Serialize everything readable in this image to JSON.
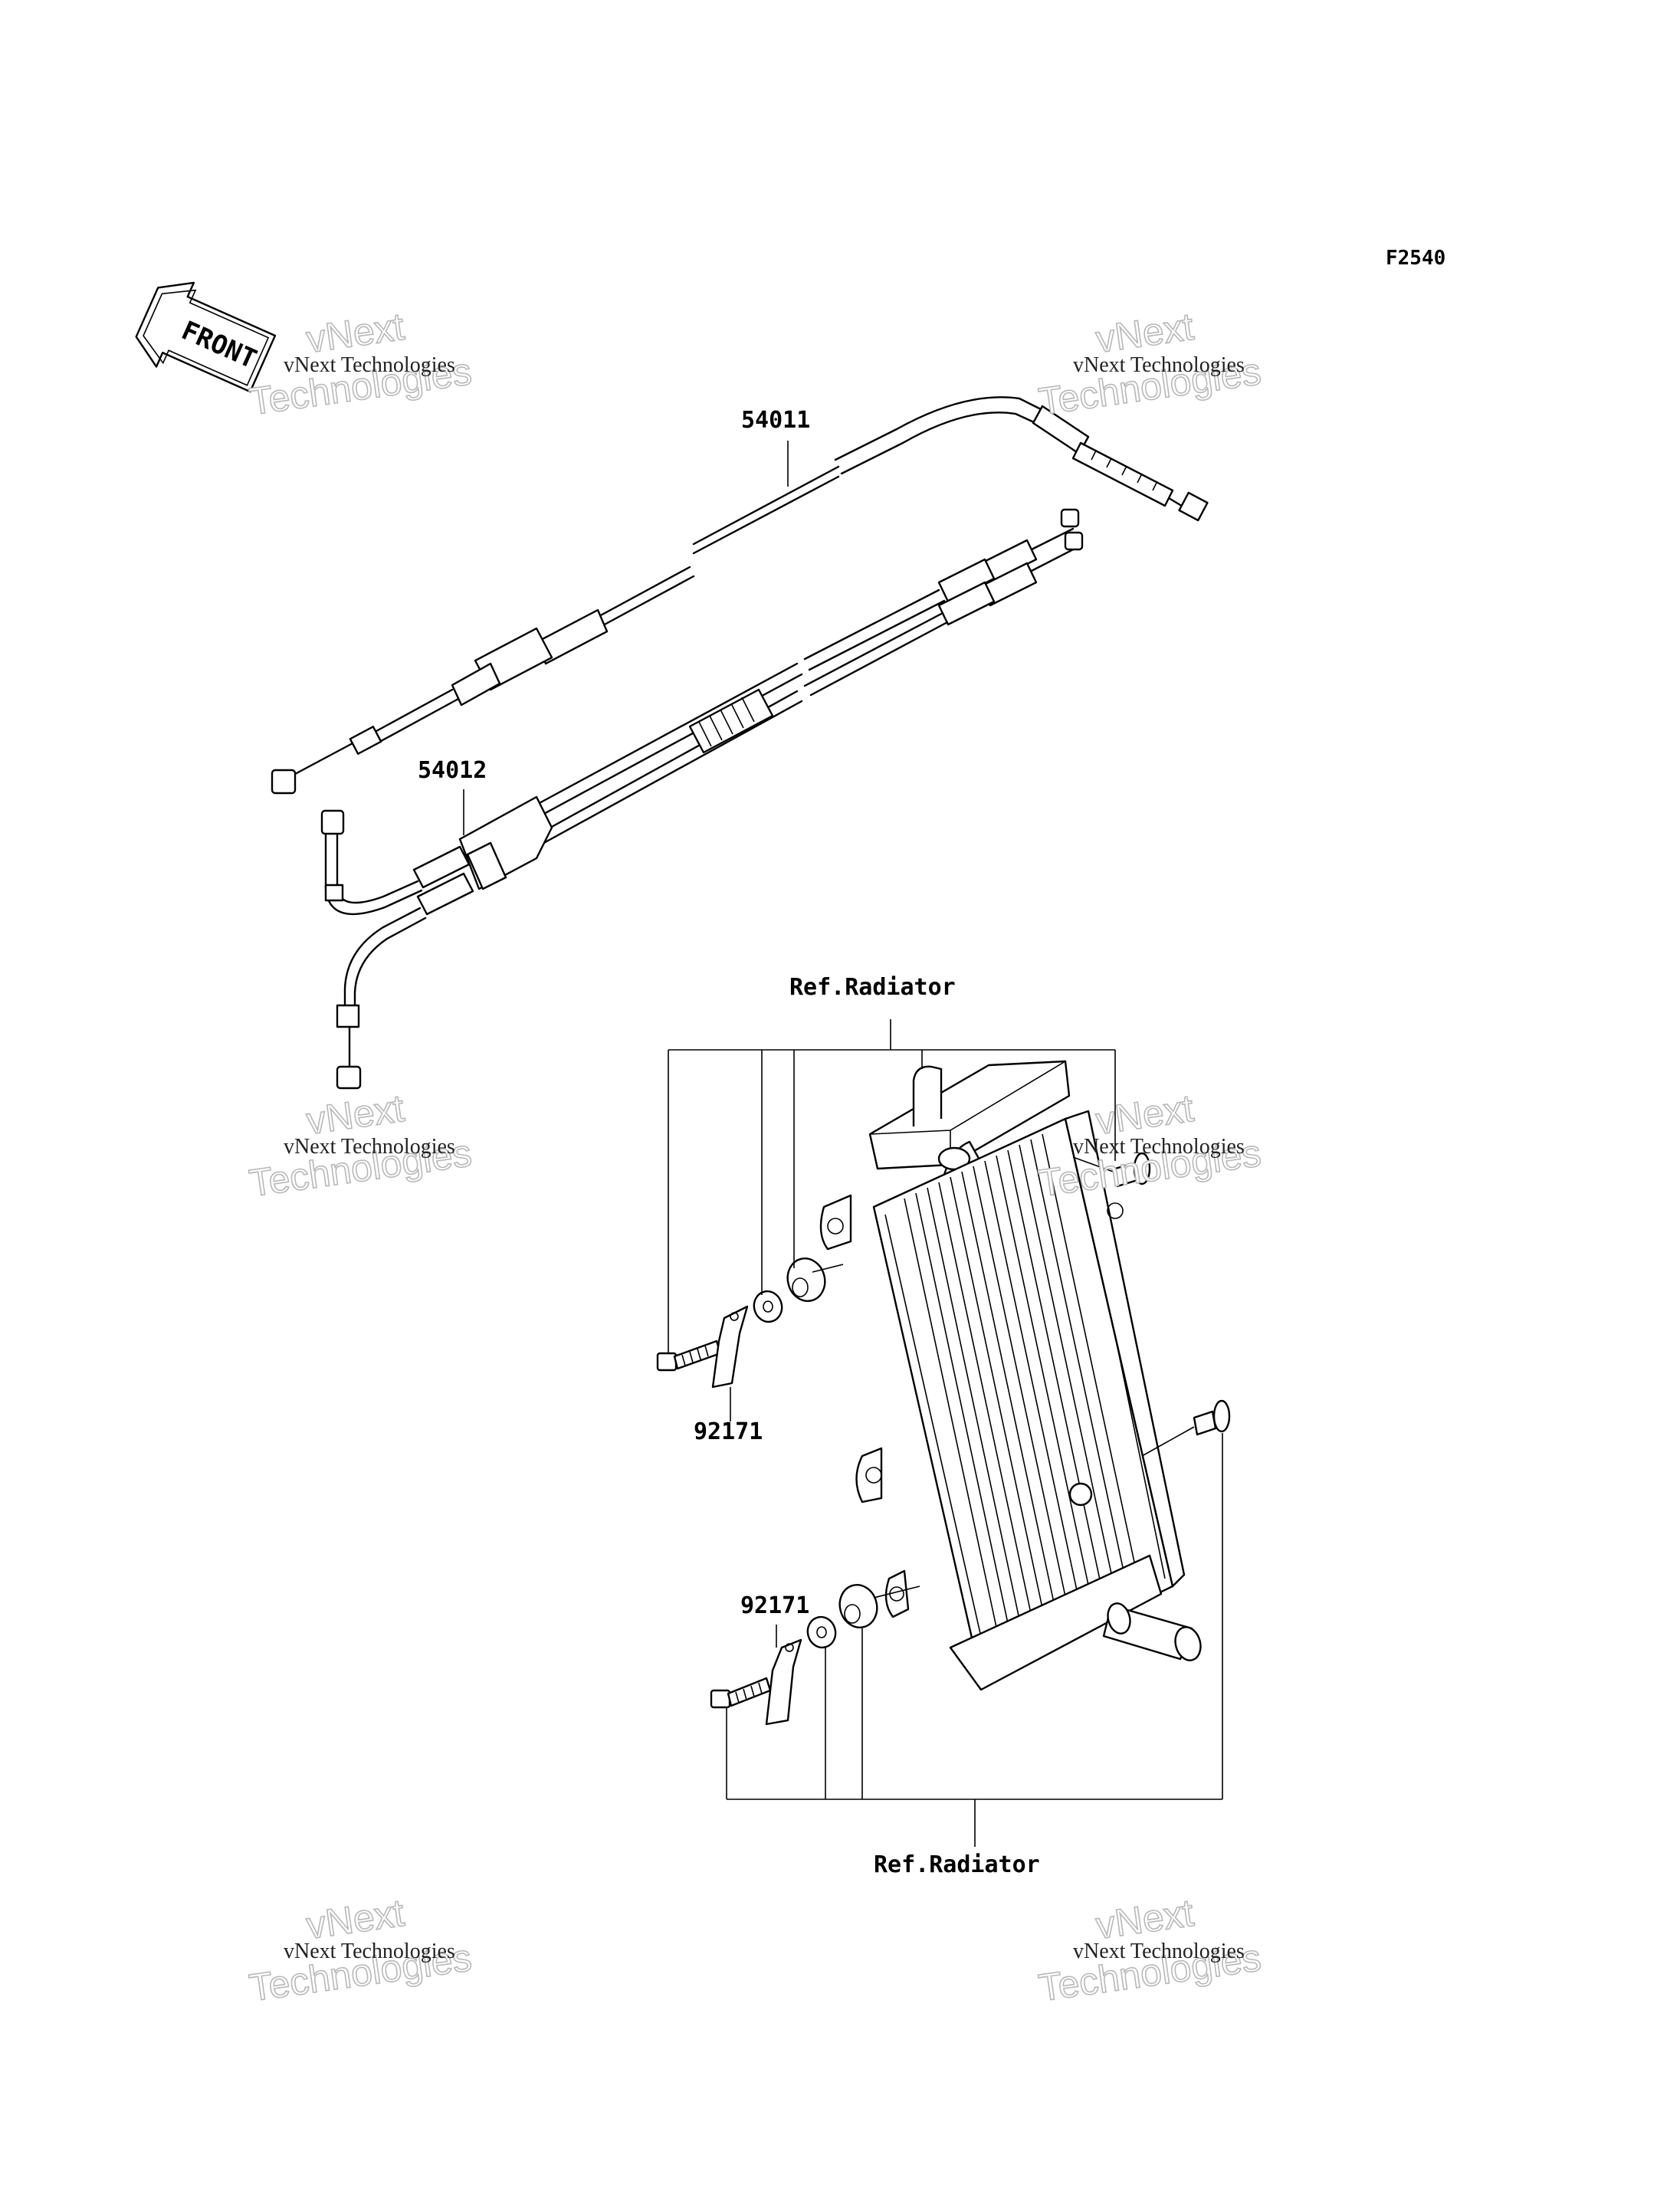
{
  "diagram_code": "F2540",
  "front_label": "FRONT",
  "part_labels": {
    "cable_upper": "54011",
    "cable_lower": "54012",
    "stay_upper": "92171",
    "stay_lower": "92171"
  },
  "reference_labels": {
    "radiator_top": "Ref.Radiator",
    "radiator_bottom": "Ref.Radiator"
  },
  "watermark": {
    "line_small": "vNext Technologies",
    "line_big_1": "vNext",
    "line_big_2": "Technologies"
  }
}
